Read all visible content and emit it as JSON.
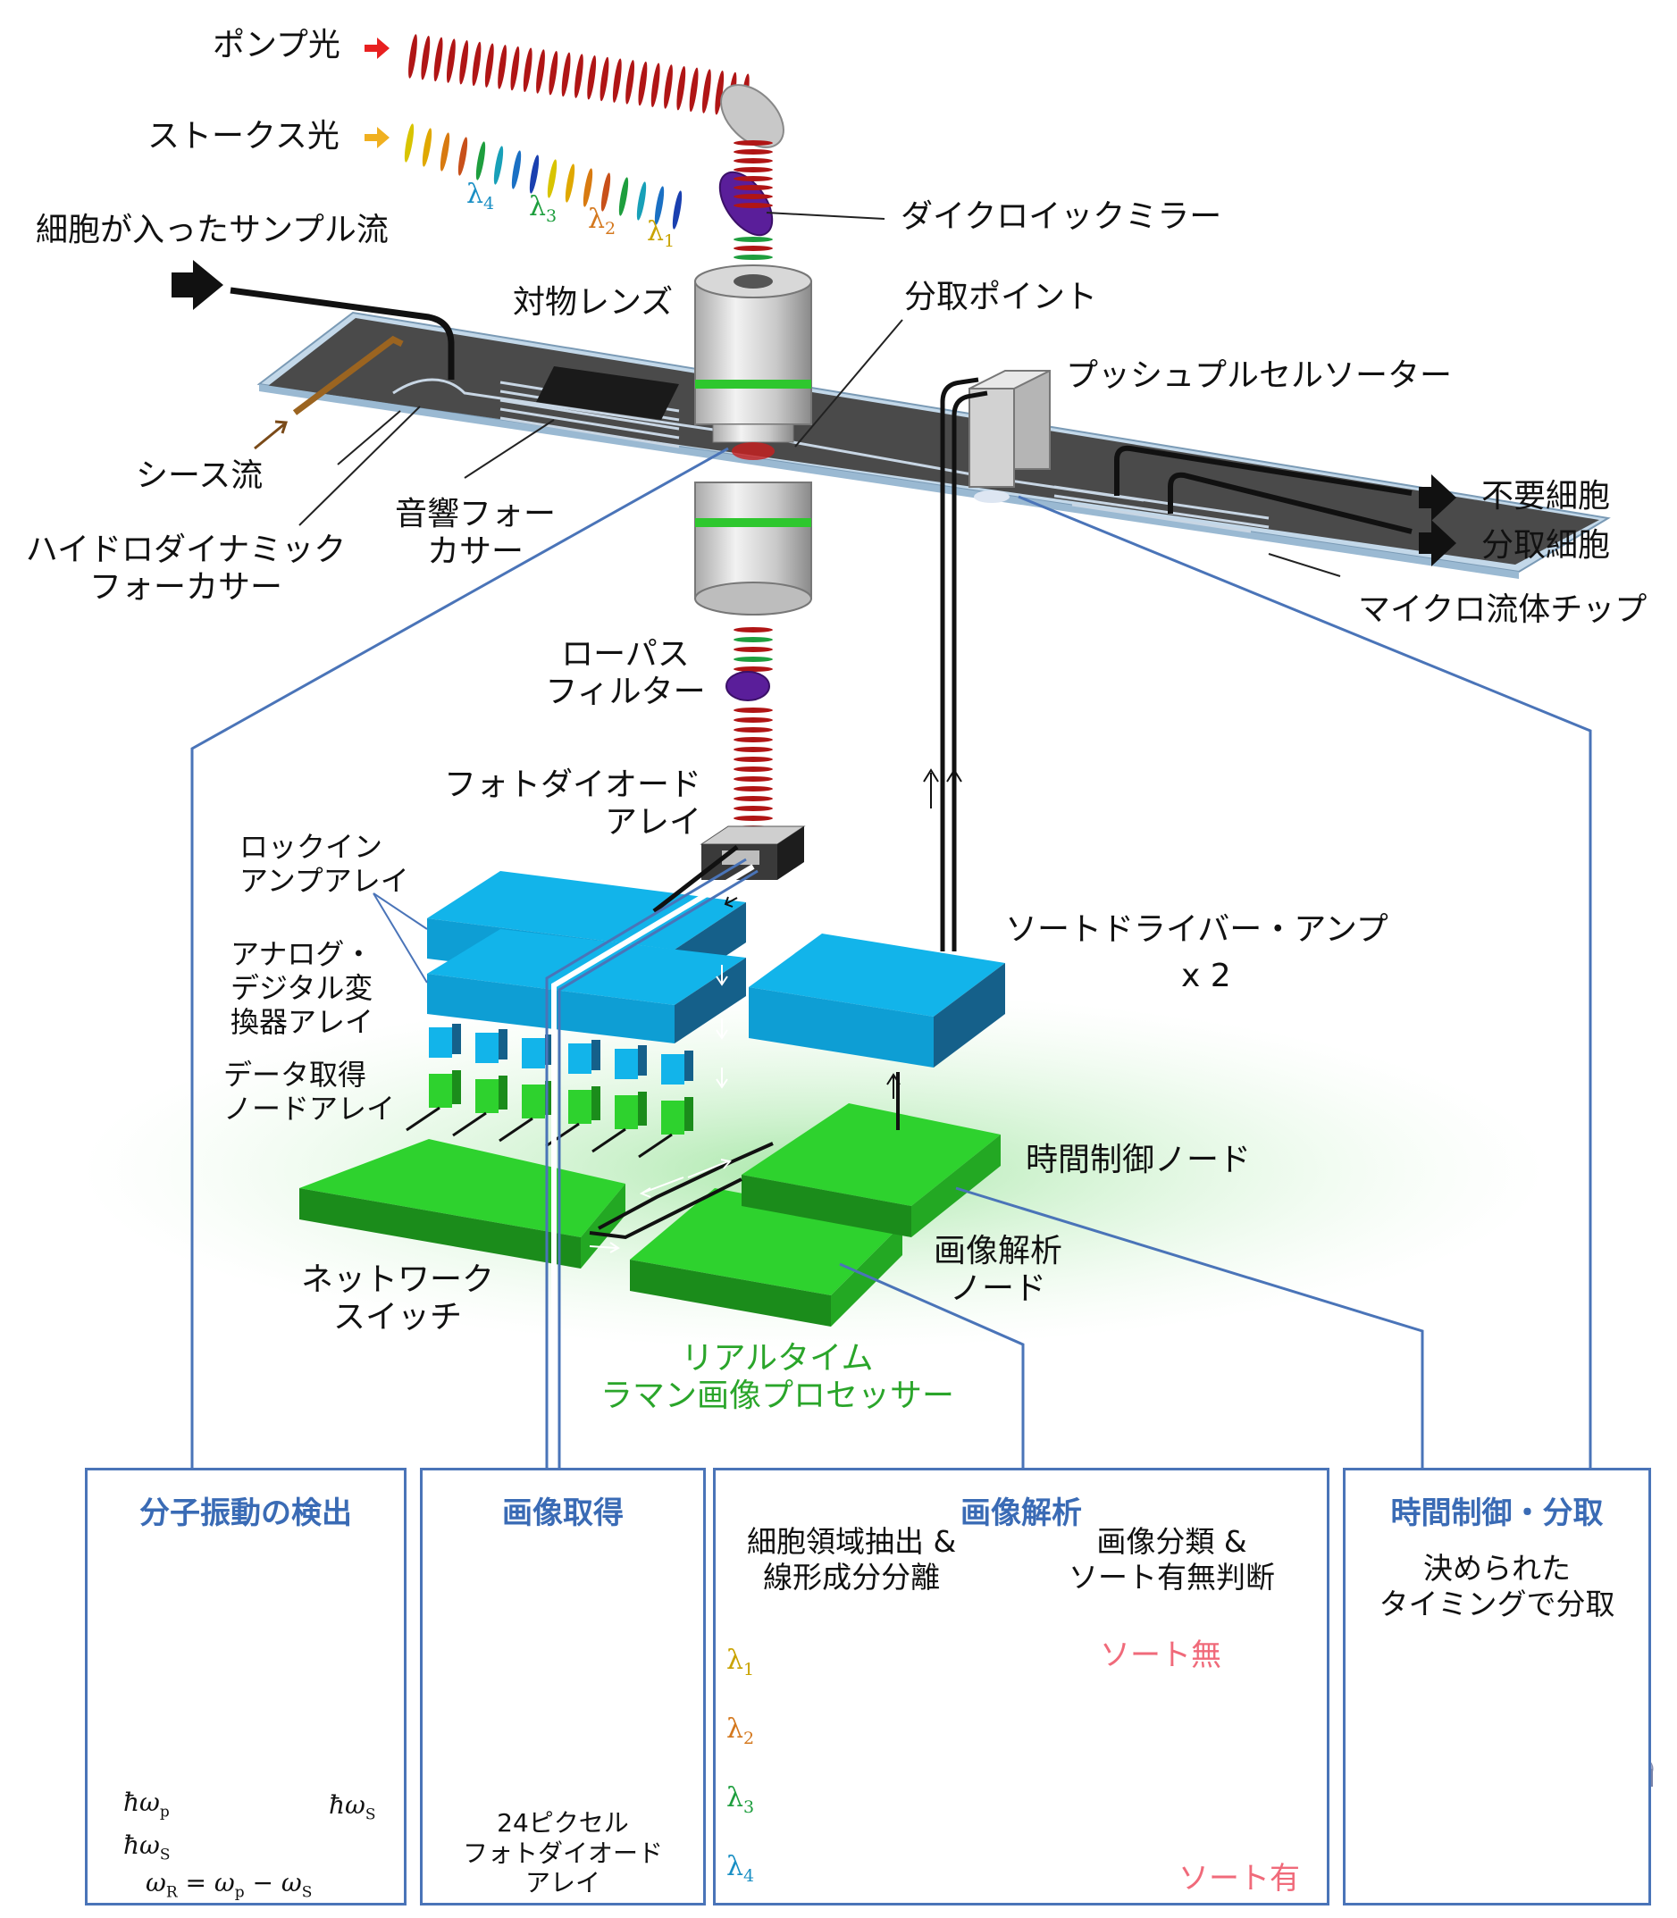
{
  "top": {
    "pump_light": "ポンプ光",
    "stokes_light": "ストークス光",
    "lambda_labels": [
      {
        "base": "λ",
        "sub": "4",
        "color": "#1a8fc4"
      },
      {
        "base": "λ",
        "sub": "3",
        "color": "#1e9e3e"
      },
      {
        "base": "λ",
        "sub": "2",
        "color": "#d4781e"
      },
      {
        "base": "λ",
        "sub": "1",
        "color": "#c9a300"
      }
    ],
    "dichroic_mirror": "ダイクロイックミラー",
    "sample_flow": "細胞が入ったサンプル流",
    "objective_lens": "対物レンズ",
    "sorting_point": "分取ポイント",
    "push_pull_sorter": "プッシュプルセルソーター",
    "sheath_flow": "シース流",
    "acoustic_focuser": [
      "音響フォー",
      "カサー"
    ],
    "hydrodynamic_focuser": [
      "ハイドロダイナミック",
      "フォーカサー"
    ],
    "unwanted_cells": "不要細胞",
    "sorted_cells": "分取細胞",
    "microfluidic_chip": "マイクロ流体チップ",
    "lowpass_filter": [
      "ローパス",
      "フィルター"
    ],
    "photodiode_array": [
      "フォトダイオード",
      "アレイ"
    ]
  },
  "processor": {
    "lockin_amp_array": [
      "ロックイン",
      "アンプアレイ"
    ],
    "adc_array": [
      "アナログ・",
      "デジタル変",
      "換器アレイ"
    ],
    "data_node_array": [
      "データ取得",
      "ノードアレイ"
    ],
    "sort_driver_amp": "ソートドライバー・アンプ",
    "sort_driver_count": "x 2",
    "timing_control_node": "時間制御ノード",
    "image_analysis_node": [
      "画像解析",
      "ノード"
    ],
    "network_switch": [
      "ネットワーク",
      "スイッチ"
    ],
    "title": [
      "リアルタイム",
      "ラマン画像プロセッサー"
    ]
  },
  "panels": {
    "molecular_vibration": {
      "title": "分子振動の検出",
      "hbar_wp": "ħω",
      "hbar_wp_sub": "p",
      "hbar_ws": "ħω",
      "hbar_ws_sub": "S",
      "hbar_ws2": "ħω",
      "hbar_ws2_sub": "S",
      "eq_parts": [
        "ω",
        "R",
        " = ω",
        "p",
        " − ω",
        "S"
      ]
    },
    "image_acquisition": {
      "title": "画像取得",
      "caption": [
        "24ピクセル",
        "フォトダイオード",
        "アレイ"
      ]
    },
    "image_analysis": {
      "title": "画像解析",
      "step1": [
        "細胞領域抽出 &",
        "線形成分分離"
      ],
      "step2": [
        "画像分類 &",
        "ソート有無判断"
      ],
      "no_sort": "ソート無",
      "sort": "ソート有",
      "lambdas": [
        {
          "base": "λ",
          "sub": "1",
          "color": "#c9a300"
        },
        {
          "base": "λ",
          "sub": "2",
          "color": "#d4781e"
        },
        {
          "base": "λ",
          "sub": "3",
          "color": "#1e9e3e"
        },
        {
          "base": "λ",
          "sub": "4",
          "color": "#1a8fc4"
        }
      ]
    },
    "timing_sorting": {
      "title": "時間制御・分取",
      "text": [
        "決められた",
        "タイミングで分取"
      ]
    }
  },
  "colors": {
    "panel_border": "#4a74b8",
    "title_blue": "#3a6bb5",
    "processor_green": "#2aa52a",
    "block_blue": "#12b4ea",
    "block_dark": "#1a7fa6",
    "pump_red": "#b01515",
    "sort_pink": "#f06a7a"
  }
}
